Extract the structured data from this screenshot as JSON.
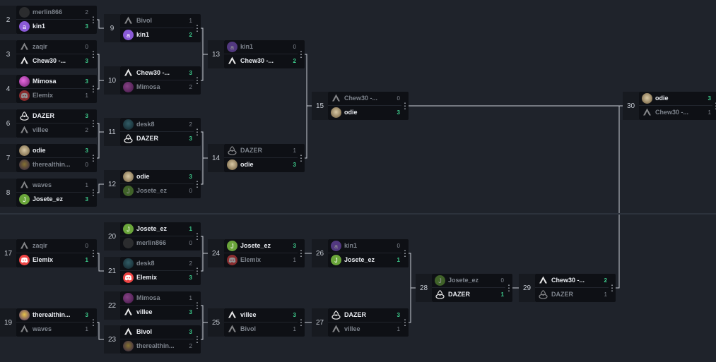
{
  "matches": [
    {
      "id": "2",
      "top": {
        "name": "merlin866",
        "score": "2",
        "avatar": "photo-avatar",
        "winner": false
      },
      "bottom": {
        "name": "kin1",
        "score": "3",
        "avatar": "letter-a-avatar",
        "winner": true
      }
    },
    {
      "id": "3",
      "top": {
        "name": "zaqir",
        "score": "0",
        "avatar": "cone-avatar",
        "winner": false
      },
      "bottom": {
        "name": "Chew30 -...",
        "score": "3",
        "avatar": "cone-avatar",
        "winner": true
      }
    },
    {
      "id": "4",
      "top": {
        "name": "Mimosa",
        "score": "3",
        "avatar": "mimosa-avatar",
        "winner": true
      },
      "bottom": {
        "name": "Elemix",
        "score": "1",
        "avatar": "discord-avatar",
        "winner": false
      }
    },
    {
      "id": "6",
      "top": {
        "name": "DAZER",
        "score": "3",
        "avatar": "donut-avatar",
        "winner": true
      },
      "bottom": {
        "name": "villee",
        "score": "2",
        "avatar": "cone-avatar",
        "winner": false
      }
    },
    {
      "id": "7",
      "top": {
        "name": "odie",
        "score": "3",
        "avatar": "odie-avatar",
        "winner": true
      },
      "bottom": {
        "name": "therealthin...",
        "score": "0",
        "avatar": "realthin-avatar",
        "winner": false
      }
    },
    {
      "id": "8",
      "top": {
        "name": "waves",
        "score": "1",
        "avatar": "cone-avatar",
        "winner": false
      },
      "bottom": {
        "name": "Josete_ez",
        "score": "3",
        "avatar": "letter-j-avatar",
        "winner": true
      }
    },
    {
      "id": "9",
      "top": {
        "name": "Bivol",
        "score": "1",
        "avatar": "cone-avatar",
        "winner": false
      },
      "bottom": {
        "name": "kin1",
        "score": "2",
        "avatar": "letter-a-avatar",
        "winner": true
      }
    },
    {
      "id": "10",
      "top": {
        "name": "Chew30 -...",
        "score": "3",
        "avatar": "cone-avatar",
        "winner": true
      },
      "bottom": {
        "name": "Mimosa",
        "score": "2",
        "avatar": "mimosa-avatar",
        "winner": false
      }
    },
    {
      "id": "11",
      "top": {
        "name": "desk8",
        "score": "2",
        "avatar": "desk-avatar",
        "winner": false
      },
      "bottom": {
        "name": "DAZER",
        "score": "3",
        "avatar": "donut-avatar",
        "winner": true
      }
    },
    {
      "id": "12",
      "top": {
        "name": "odie",
        "score": "3",
        "avatar": "odie-avatar",
        "winner": true
      },
      "bottom": {
        "name": "Josete_ez",
        "score": "0",
        "avatar": "letter-j-avatar",
        "winner": false
      }
    },
    {
      "id": "13",
      "top": {
        "name": "kin1",
        "score": "0",
        "avatar": "letter-a-avatar",
        "winner": false
      },
      "bottom": {
        "name": "Chew30 -...",
        "score": "2",
        "avatar": "cone-avatar",
        "winner": true
      }
    },
    {
      "id": "14",
      "top": {
        "name": "DAZER",
        "score": "1",
        "avatar": "donut-avatar",
        "winner": false
      },
      "bottom": {
        "name": "odie",
        "score": "3",
        "avatar": "odie-avatar",
        "winner": true
      }
    },
    {
      "id": "15",
      "top": {
        "name": "Chew30 -...",
        "score": "0",
        "avatar": "cone-avatar",
        "winner": false
      },
      "bottom": {
        "name": "odie",
        "score": "3",
        "avatar": "odie-avatar",
        "winner": true
      }
    },
    {
      "id": "30",
      "top": {
        "name": "odie",
        "score": "3",
        "avatar": "odie-avatar",
        "winner": true
      },
      "bottom": {
        "name": "Chew30 -...",
        "score": "1",
        "avatar": "cone-avatar",
        "winner": false
      }
    },
    {
      "id": "17",
      "top": {
        "name": "zaqir",
        "score": "0",
        "avatar": "cone-avatar",
        "winner": false
      },
      "bottom": {
        "name": "Elemix",
        "score": "1",
        "avatar": "discord-avatar",
        "winner": true
      }
    },
    {
      "id": "19",
      "top": {
        "name": "therealthin...",
        "score": "3",
        "avatar": "realthin-avatar",
        "winner": true
      },
      "bottom": {
        "name": "waves",
        "score": "1",
        "avatar": "cone-avatar",
        "winner": false
      }
    },
    {
      "id": "20",
      "top": {
        "name": "Josete_ez",
        "score": "1",
        "avatar": "letter-j-avatar",
        "winner": true
      },
      "bottom": {
        "name": "merlin866",
        "score": "0",
        "avatar": "photo-avatar",
        "winner": false
      }
    },
    {
      "id": "21",
      "top": {
        "name": "desk8",
        "score": "2",
        "avatar": "desk-avatar",
        "winner": false
      },
      "bottom": {
        "name": "Elemix",
        "score": "3",
        "avatar": "discord-avatar",
        "winner": true
      }
    },
    {
      "id": "22",
      "top": {
        "name": "Mimosa",
        "score": "1",
        "avatar": "mimosa-avatar",
        "winner": false
      },
      "bottom": {
        "name": "villee",
        "score": "3",
        "avatar": "cone-avatar",
        "winner": true
      }
    },
    {
      "id": "23",
      "top": {
        "name": "Bivol",
        "score": "3",
        "avatar": "cone-avatar",
        "winner": true
      },
      "bottom": {
        "name": "therealthin...",
        "score": "2",
        "avatar": "realthin-avatar",
        "winner": false
      }
    },
    {
      "id": "24",
      "top": {
        "name": "Josete_ez",
        "score": "3",
        "avatar": "letter-j-avatar",
        "winner": true
      },
      "bottom": {
        "name": "Elemix",
        "score": "1",
        "avatar": "discord-avatar",
        "winner": false
      }
    },
    {
      "id": "25",
      "top": {
        "name": "villee",
        "score": "3",
        "avatar": "cone-avatar",
        "winner": true
      },
      "bottom": {
        "name": "Bivol",
        "score": "1",
        "avatar": "cone-avatar",
        "winner": false
      }
    },
    {
      "id": "26",
      "top": {
        "name": "kin1",
        "score": "0",
        "avatar": "letter-a-avatar",
        "winner": false
      },
      "bottom": {
        "name": "Josete_ez",
        "score": "1",
        "avatar": "letter-j-avatar",
        "winner": true
      }
    },
    {
      "id": "27",
      "top": {
        "name": "DAZER",
        "score": "3",
        "avatar": "donut-avatar",
        "winner": true
      },
      "bottom": {
        "name": "villee",
        "score": "1",
        "avatar": "cone-avatar",
        "winner": false
      }
    },
    {
      "id": "28",
      "top": {
        "name": "Josete_ez",
        "score": "0",
        "avatar": "letter-j-avatar",
        "winner": false
      },
      "bottom": {
        "name": "DAZER",
        "score": "1",
        "avatar": "donut-avatar",
        "winner": true
      }
    },
    {
      "id": "29",
      "top": {
        "name": "Chew30 -...",
        "score": "2",
        "avatar": "cone-avatar",
        "winner": true
      },
      "bottom": {
        "name": "DAZER",
        "score": "1",
        "avatar": "donut-avatar",
        "winner": false
      }
    }
  ],
  "avatar_letters": {
    "letter-a-avatar": "a",
    "letter-j-avatar": "J"
  },
  "menu_glyph": "⋮",
  "colors": {
    "background": "#1f232b",
    "card": "#0e1015",
    "winner_score": "#3ecf8e",
    "loser_text": "#7d838c",
    "connector": "#c9ced6"
  }
}
